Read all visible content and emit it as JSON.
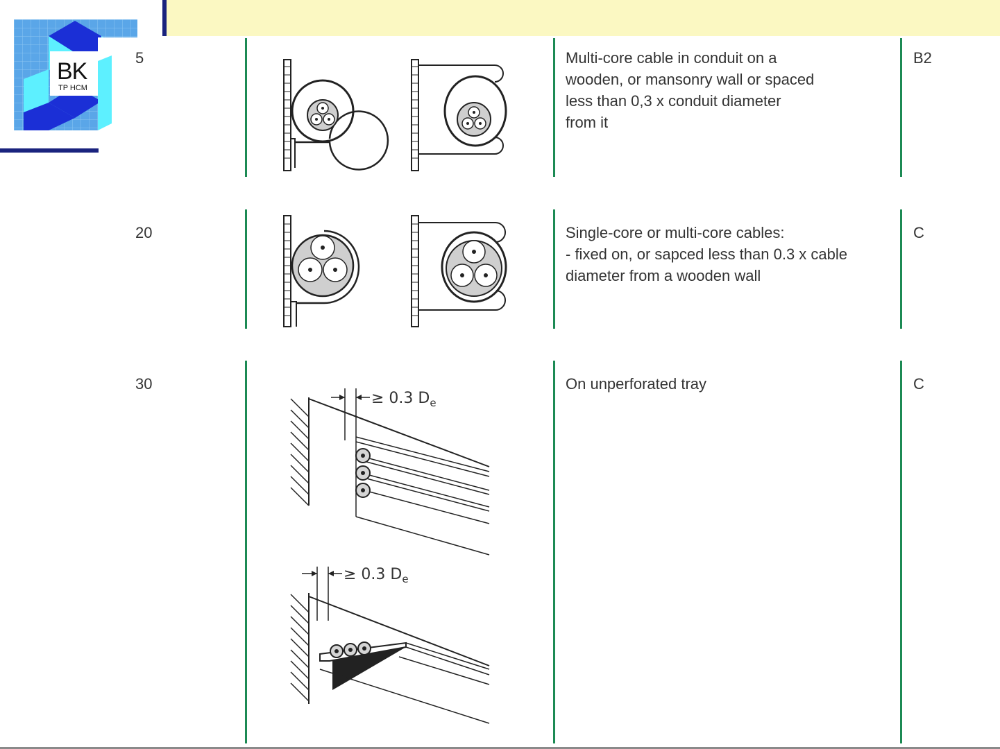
{
  "logo": {
    "text": "BK",
    "subtext": "TP HCM"
  },
  "rows": [
    {
      "ref": "5",
      "description_lines": [
        "Multi-core cable in conduit on a",
        "wooden, or mansonry wall or spaced",
        "less than 0,3 x conduit diameter",
        "from it"
      ],
      "method": "B2"
    },
    {
      "ref": "20",
      "description_lines": [
        "Single-core or multi-core cables:",
        "- fixed on, or sapced less than 0.3 x cable",
        "diameter from a wooden wall"
      ],
      "method": "C"
    },
    {
      "ref": "30",
      "description_lines": [
        "On unperforated tray"
      ],
      "method": "C",
      "dimension_labels": [
        "≥ 0.3 D",
        "≥ 0.3 D"
      ],
      "dimension_subscript": "e"
    }
  ],
  "colors": {
    "header": "#fbf8c2",
    "divider": "#1a237e",
    "column_lines": "#1c8a54"
  }
}
